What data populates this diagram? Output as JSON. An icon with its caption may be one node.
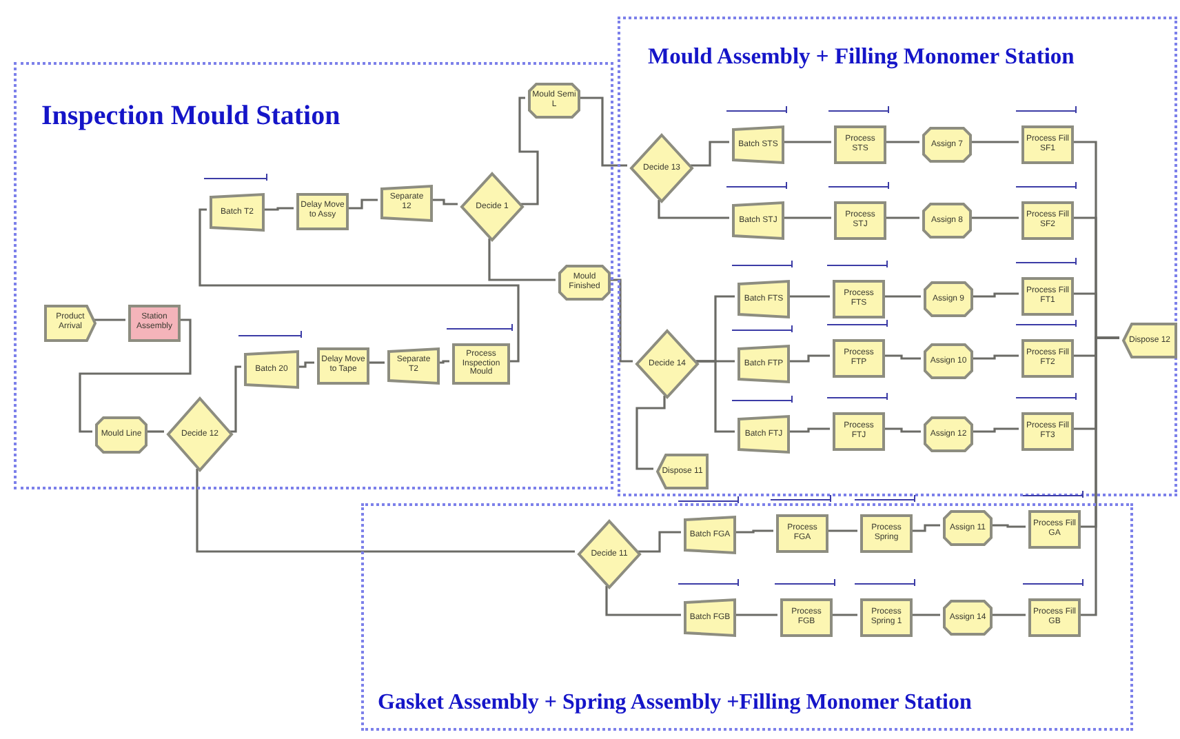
{
  "diagram": {
    "nodes": [
      {
        "text": [
          "Inspection Mould Station"
        ]
      },
      {
        "text": [
          "Product Arrival"
        ],
        "in": 0
      },
      {
        "text": [
          "Station Assembly"
        ],
        "in": 0
      },
      {
        "text": [
          "Mould Line"
        ],
        "in": 0
      },
      {
        "text": [
          "Decide 12"
        ],
        "in": 0
      },
      {
        "text": [
          "Batch 20"
        ],
        "in": 0
      },
      {
        "text": [
          "Delay Move to Tape"
        ],
        "in": 0
      },
      {
        "text": [
          "Separate T2"
        ],
        "in": 0
      },
      {
        "text": [
          "Process Inspection Mould"
        ],
        "in": 0
      },
      {
        "text": [
          "Batch T2"
        ],
        "in": 0
      },
      {
        "text": [
          "Delay Move to Assy"
        ],
        "in": 0
      },
      {
        "text": [
          "Separate 12"
        ],
        "in": 0
      },
      {
        "text": [
          "Decide 1"
        ],
        "in": 0
      },
      {
        "text": [
          "Mould Semi L"
        ],
        "in": 0
      },
      {
        "text": [
          "Mould Finished"
        ],
        "in": 0
      },
      {
        "text": [
          "Mould Assembly + Filling Monomer Station"
        ]
      },
      {
        "text": [
          "Decide 13"
        ],
        "in": 15
      },
      {
        "text": [
          "Batch STS"
        ],
        "in": 15
      },
      {
        "text": [
          "Process STS"
        ],
        "in": 15
      },
      {
        "text": [
          "Assign 7"
        ],
        "in": 15
      },
      {
        "text": [
          "Process Fill SF1"
        ],
        "in": 15
      },
      {
        "text": [
          "Batch STJ"
        ],
        "in": 15
      },
      {
        "text": [
          "Process STJ"
        ],
        "in": 15
      },
      {
        "text": [
          "Assign 8"
        ],
        "in": 15
      },
      {
        "text": [
          "Process Fill SF2"
        ],
        "in": 15
      },
      {
        "text": [
          "Decide 14"
        ],
        "in": 15
      },
      {
        "text": [
          "Batch FTS"
        ],
        "in": 15
      },
      {
        "text": [
          "Process FTS"
        ],
        "in": 15
      },
      {
        "text": [
          "Assign 9"
        ],
        "in": 15
      },
      {
        "text": [
          "Process Fill FT1"
        ],
        "in": 15
      },
      {
        "text": [
          "Batch FTP"
        ],
        "in": 15
      },
      {
        "text": [
          "Process FTP"
        ],
        "in": 15
      },
      {
        "text": [
          "Assign 10"
        ],
        "in": 15
      },
      {
        "text": [
          "Process Fill FT2"
        ],
        "in": 15
      },
      {
        "text": [
          "Batch FTJ"
        ],
        "in": 15
      },
      {
        "text": [
          "Process FTJ"
        ],
        "in": 15
      },
      {
        "text": [
          "Assign 12"
        ],
        "in": 15
      },
      {
        "text": [
          "Process Fill FT3"
        ],
        "in": 15
      },
      {
        "text": [
          "Dispose 11"
        ],
        "in": 15
      },
      {
        "text": [
          "Dispose 12"
        ],
        "in": 15
      },
      {
        "text": [
          "Gasket Assembly + Spring Assembly +Filling Monomer Station"
        ]
      },
      {
        "text": [
          "Decide 11"
        ],
        "in": 40
      },
      {
        "text": [
          "Batch FGA"
        ],
        "in": 40
      },
      {
        "text": [
          "Process FGA"
        ],
        "in": 40
      },
      {
        "text": [
          "Process Spring"
        ],
        "in": 40
      },
      {
        "text": [
          "Assign 11"
        ],
        "in": 40
      },
      {
        "text": [
          "Process Fill GA"
        ],
        "in": 40
      },
      {
        "text": [
          "Batch FGB"
        ],
        "in": 40
      },
      {
        "text": [
          "Process FGB"
        ],
        "in": 40
      },
      {
        "text": [
          "Process Spring 1"
        ],
        "in": 40
      },
      {
        "text": [
          "Assign 14"
        ],
        "in": 40
      },
      {
        "text": [
          "Process Fill GB"
        ],
        "in": 40
      }
    ],
    "edges": [
      {
        "from": 1,
        "to": 2,
        "arrow": "none"
      },
      {
        "from": 2,
        "to": 3,
        "arrow": "none"
      },
      {
        "from": 3,
        "to": 4,
        "arrow": "none"
      },
      {
        "from": 4,
        "to": 5,
        "arrow": "none"
      },
      {
        "from": 5,
        "to": 6,
        "arrow": "none"
      },
      {
        "from": 6,
        "to": 7,
        "arrow": "none"
      },
      {
        "from": 7,
        "to": 8,
        "arrow": "none"
      },
      {
        "from": 8,
        "to": 9,
        "arrow": "none"
      },
      {
        "from": 9,
        "to": 10,
        "arrow": "none"
      },
      {
        "from": 10,
        "to": 11,
        "arrow": "none"
      },
      {
        "from": 11,
        "to": 12,
        "arrow": "none"
      },
      {
        "from": 12,
        "to": 13,
        "arrow": "none"
      },
      {
        "from": 12,
        "to": 14,
        "arrow": "none"
      },
      {
        "from": 13,
        "to": 16,
        "arrow": "none"
      },
      {
        "from": 14,
        "to": 25,
        "arrow": "none"
      },
      {
        "from": 4,
        "to": 41,
        "arrow": "none"
      },
      {
        "from": 16,
        "to": 17,
        "arrow": "none"
      },
      {
        "from": 16,
        "to": 21,
        "arrow": "none"
      },
      {
        "from": 17,
        "to": 18,
        "arrow": "none"
      },
      {
        "from": 18,
        "to": 19,
        "arrow": "none"
      },
      {
        "from": 19,
        "to": 20,
        "arrow": "none"
      },
      {
        "from": 21,
        "to": 22,
        "arrow": "none"
      },
      {
        "from": 22,
        "to": 23,
        "arrow": "none"
      },
      {
        "from": 23,
        "to": 24,
        "arrow": "none"
      },
      {
        "from": 25,
        "to": 26,
        "arrow": "none"
      },
      {
        "from": 25,
        "to": 30,
        "arrow": "none"
      },
      {
        "from": 25,
        "to": 34,
        "arrow": "none"
      },
      {
        "from": 25,
        "to": 38,
        "arrow": "none"
      },
      {
        "from": 26,
        "to": 27,
        "arrow": "none"
      },
      {
        "from": 27,
        "to": 28,
        "arrow": "none"
      },
      {
        "from": 28,
        "to": 29,
        "arrow": "none"
      },
      {
        "from": 30,
        "to": 31,
        "arrow": "none"
      },
      {
        "from": 31,
        "to": 32,
        "arrow": "none"
      },
      {
        "from": 32,
        "to": 33,
        "arrow": "none"
      },
      {
        "from": 34,
        "to": 35,
        "arrow": "none"
      },
      {
        "from": 35,
        "to": 36,
        "arrow": "none"
      },
      {
        "from": 36,
        "to": 37,
        "arrow": "none"
      },
      {
        "from": 20,
        "to": 39,
        "arrow": "none"
      },
      {
        "from": 24,
        "to": 39,
        "arrow": "none"
      },
      {
        "from": 29,
        "to": 39,
        "arrow": "none"
      },
      {
        "from": 33,
        "to": 39,
        "arrow": "none"
      },
      {
        "from": 37,
        "to": 39,
        "arrow": "none"
      },
      {
        "from": 41,
        "to": 42,
        "arrow": "none"
      },
      {
        "from": 41,
        "to": 47,
        "arrow": "none"
      },
      {
        "from": 42,
        "to": 43,
        "arrow": "none"
      },
      {
        "from": 43,
        "to": 44,
        "arrow": "none"
      },
      {
        "from": 44,
        "to": 45,
        "arrow": "none"
      },
      {
        "from": 45,
        "to": 46,
        "arrow": "none"
      },
      {
        "from": 47,
        "to": 48,
        "arrow": "none"
      },
      {
        "from": 48,
        "to": 49,
        "arrow": "none"
      },
      {
        "from": 49,
        "to": 50,
        "arrow": "none"
      },
      {
        "from": 50,
        "to": 51,
        "arrow": "none"
      },
      {
        "from": 46,
        "to": 39,
        "arrow": "none"
      },
      {
        "from": 51,
        "to": 39,
        "arrow": "none"
      }
    ]
  }
}
